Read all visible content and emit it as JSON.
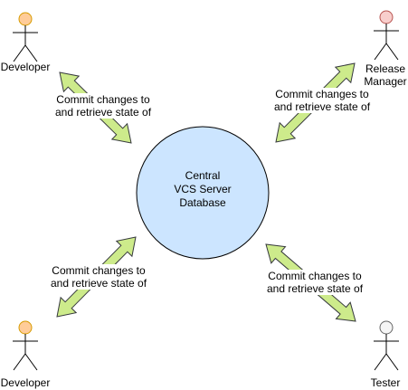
{
  "server": {
    "lines": [
      "Central",
      "VCS Server",
      "Database"
    ],
    "fill": "#cce5ff",
    "stroke": "#000000"
  },
  "actors": {
    "developer_top": {
      "label": "Developer",
      "head_fill": "#ffcc99",
      "head_stroke": "#d79b00"
    },
    "release_manager": {
      "label_lines": [
        "Release",
        "Manager"
      ],
      "head_fill": "#f8cecc",
      "head_stroke": "#b85450"
    },
    "developer_bottom": {
      "label": "Developer",
      "head_fill": "#ffcc99",
      "head_stroke": "#d79b00"
    },
    "tester": {
      "label": "Tester",
      "head_fill": "#f5f5f5",
      "head_stroke": "#666666"
    }
  },
  "connectors": {
    "fill": "#cdeb8b",
    "stroke": "#36393d",
    "top_left": [
      "Commit changes to",
      "and retrieve state of"
    ],
    "top_right": [
      "Commit changes to",
      "and retrieve state of"
    ],
    "bottom_left": [
      "Commit changes to",
      "and retrieve state of"
    ],
    "bottom_right": [
      "Commit changes to",
      "and retrieve state of"
    ]
  }
}
